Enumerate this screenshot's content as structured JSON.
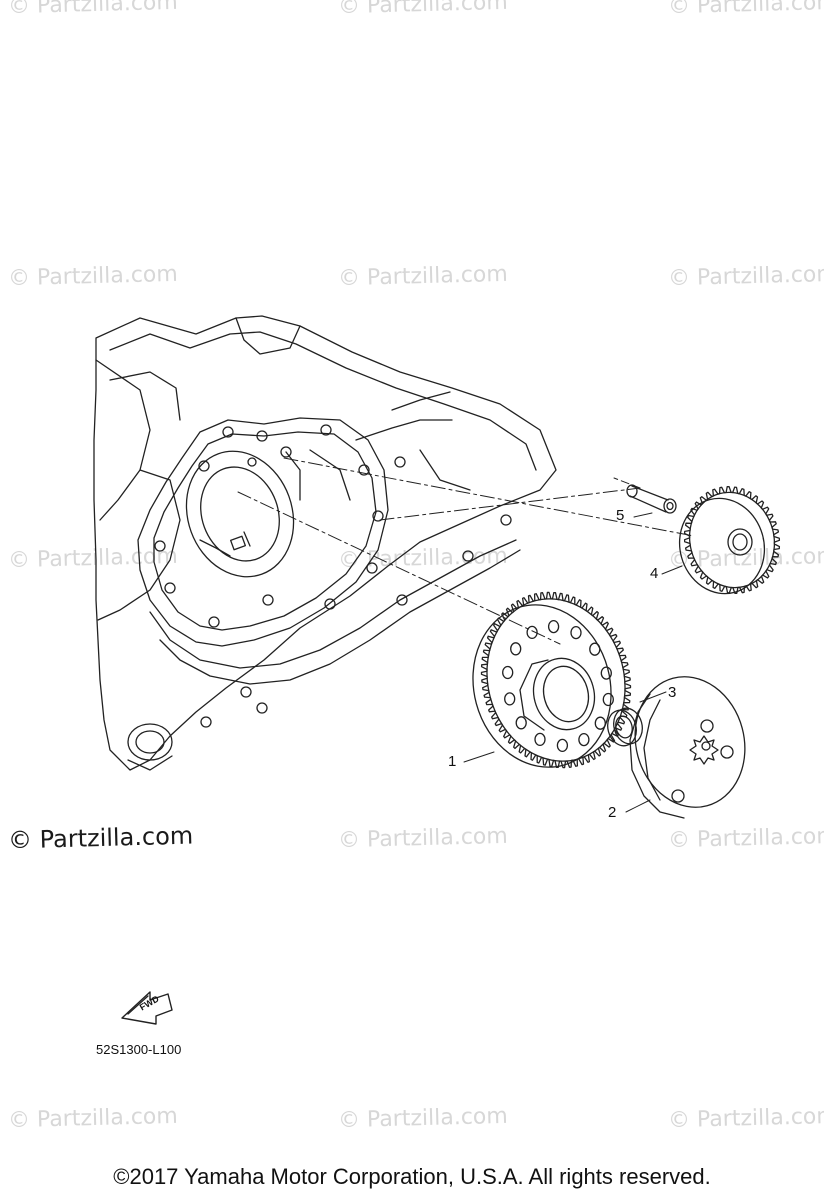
{
  "watermark": {
    "text": "© Partzilla.com",
    "partial_top_text": "© Partzilla.com",
    "main_text": "© Partzilla.com"
  },
  "callouts": {
    "part1": "1",
    "part2": "2",
    "part3": "3",
    "part4": "4",
    "part5": "5"
  },
  "fwd_label": "FWD",
  "diagram_code": "52S1300-L100",
  "copyright": "©2017  Yamaha Motor Corporation, U.S.A. All rights reserved.",
  "colors": {
    "line": "#222222",
    "watermark": "#d7d7d7",
    "background": "#ffffff"
  }
}
